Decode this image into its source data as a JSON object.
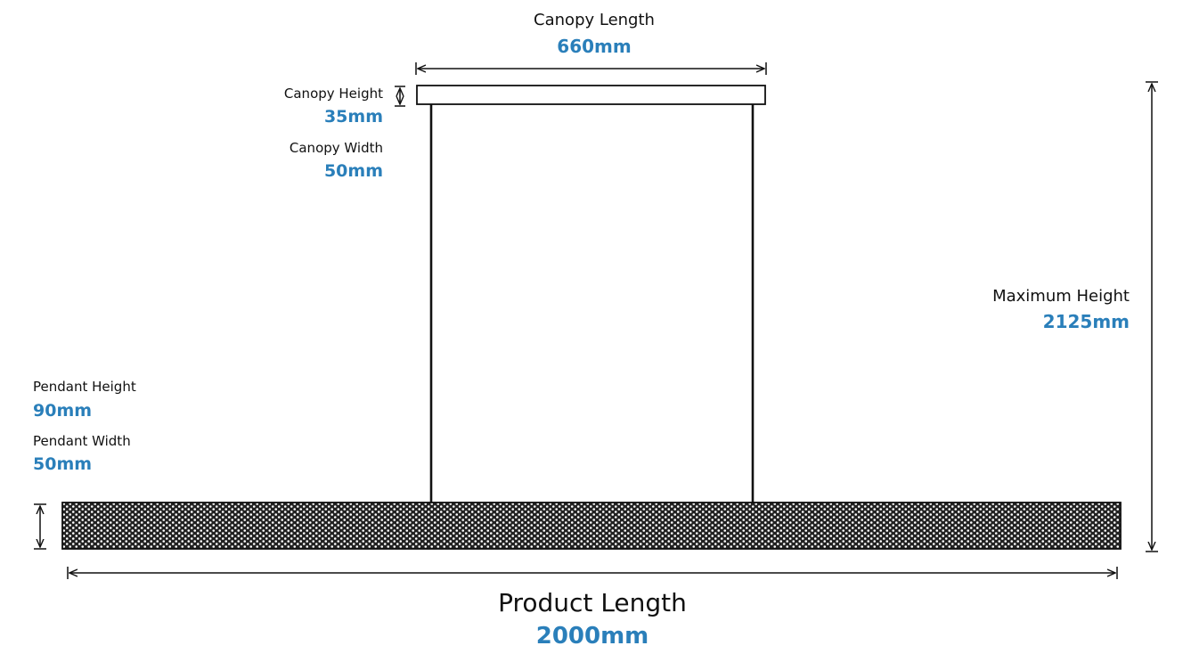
{
  "canopy_length": {
    "label": "Canopy Length",
    "value": "660mm"
  },
  "canopy_height": {
    "label": "Canopy Height",
    "value": "35mm"
  },
  "canopy_width": {
    "label": "Canopy Width",
    "value": "50mm"
  },
  "maximum_height": {
    "label": "Maximum Height",
    "value": "2125mm"
  },
  "pendant_height": {
    "label": "Pendant Height",
    "value": "90mm"
  },
  "pendant_width": {
    "label": "Pendant Width",
    "value": "50mm"
  },
  "product_length": {
    "label": "Product Length",
    "value": "2000mm"
  },
  "colors": {
    "value_blue": "#2a7fba",
    "line": "#111111"
  }
}
